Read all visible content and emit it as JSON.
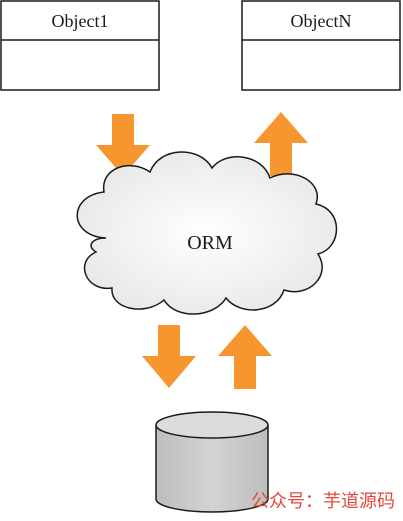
{
  "objects": [
    {
      "title": "Object1"
    },
    {
      "title": "ObjectN"
    }
  ],
  "cloud": {
    "label": "ORM"
  },
  "watermark": {
    "text": "公众号：芋道源码"
  },
  "colors": {
    "arrow": "#f7962f",
    "box_stroke": "#1a1a1a",
    "cloud_fill": "#f0f0f0",
    "db_fill": "#cccccc",
    "watermark": "#e24a3b"
  },
  "icons": {
    "arrows": [
      "arrow-down-icon",
      "arrow-up-icon",
      "arrow-down-icon",
      "arrow-up-icon"
    ],
    "cloud": "cloud-icon",
    "database": "database-icon"
  }
}
